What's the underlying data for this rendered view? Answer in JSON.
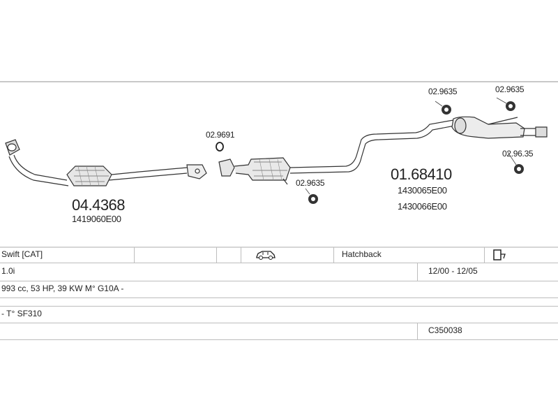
{
  "parts": {
    "cat_front": {
      "code": "04.4368",
      "oem": "1419060E00"
    },
    "clamp_ring": {
      "code": "02.9691"
    },
    "hanger_mid": {
      "code": "02.9635"
    },
    "silencer": {
      "code": "01.68410",
      "oem1": "1430065E00",
      "oem2": "1430066E00"
    },
    "hanger_rear_left": {
      "code": "02.9635"
    },
    "hanger_rear_right": {
      "code": "02.9635"
    },
    "hanger_rear_low": {
      "code": "02.96.35"
    }
  },
  "table": {
    "model": "Swift  [CAT]",
    "body": "Hatchback",
    "engine": "1.0i",
    "years": "12/00 - 12/05",
    "specs": "993 cc, 53 HP, 39 KW M° G10A -",
    "chassis": "- T° SF310",
    "ref": "C350038"
  },
  "icons": [
    "car-icon",
    "door-icon"
  ]
}
